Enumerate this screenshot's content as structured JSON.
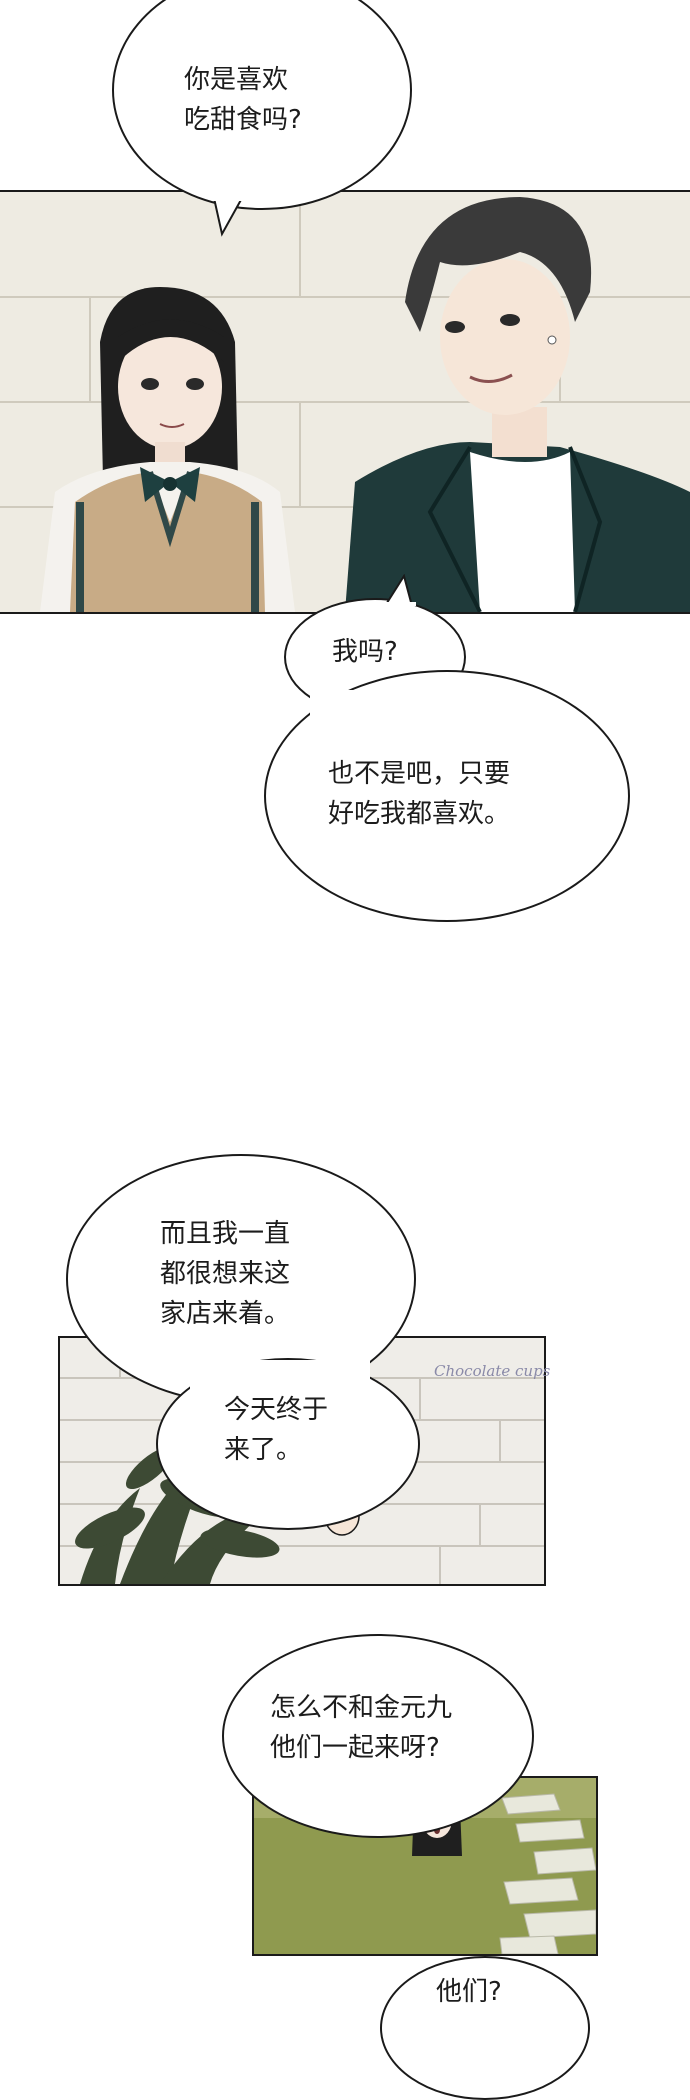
{
  "bubbles": {
    "b1": [
      "你是喜欢",
      "吃甜食吗?"
    ],
    "b2": [
      "我吗?"
    ],
    "b3": [
      "也不是吧，只要",
      "好吃我都喜欢。"
    ],
    "b4": [
      "而且我一直",
      "都很想来这",
      "家店来着。"
    ],
    "b5": [
      "今天终于",
      "来了。"
    ],
    "b6": [
      "怎么不和金元九",
      "他们一起来呀?"
    ],
    "b7": [
      "他们?"
    ]
  },
  "panels": {
    "storefront": {
      "sign_text": "Chocolate cups"
    }
  },
  "colors": {
    "ink": "#1a1a1a",
    "wall": "#eeebe2",
    "blazer": "#1f3a3a",
    "vest": "#c8ab86",
    "grass": "#8f9a4f"
  }
}
